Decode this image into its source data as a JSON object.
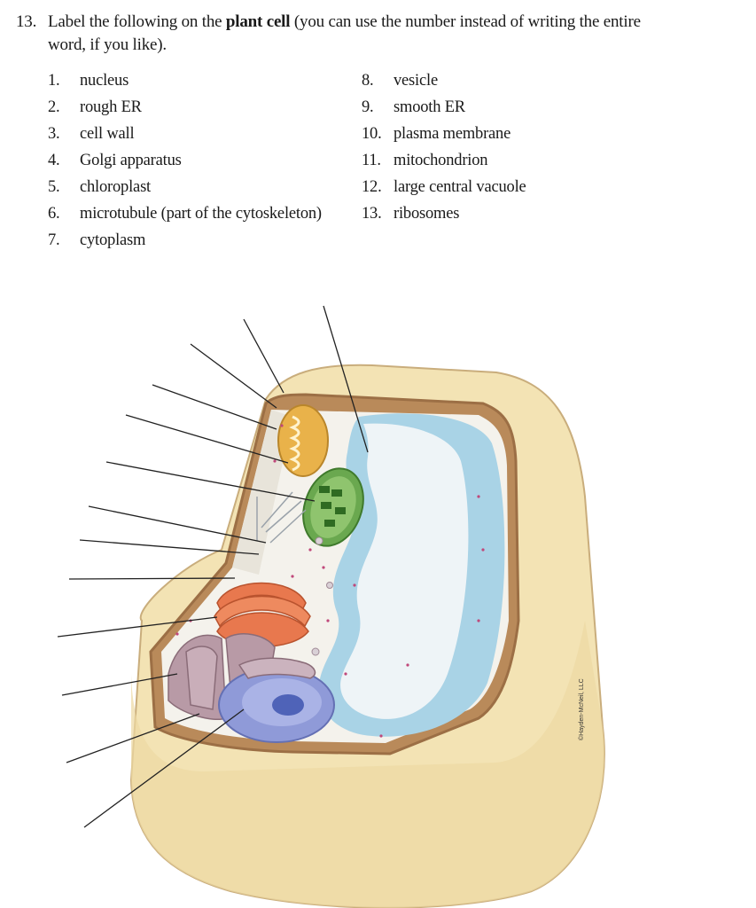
{
  "question": {
    "number": "13.",
    "text_before": "Label the following on the ",
    "text_bold": "plant cell",
    "text_after": " (you can use the number instead of writing the entire",
    "line2": "word, if you like)."
  },
  "terms": [
    {
      "n": "1.",
      "label": "nucleus"
    },
    {
      "n": "2.",
      "label": "rough ER"
    },
    {
      "n": "3.",
      "label": "cell wall"
    },
    {
      "n": "4.",
      "label": "Golgi apparatus"
    },
    {
      "n": "5.",
      "label": "chloroplast"
    },
    {
      "n": "6.",
      "label": "microtubule (part of the cytoskeleton)"
    },
    {
      "n": "7.",
      "label": "cytoplasm"
    },
    {
      "n": "8.",
      "label": "vesicle"
    },
    {
      "n": "9.",
      "label": "smooth ER"
    },
    {
      "n": "10.",
      "label": "plasma membrane"
    },
    {
      "n": "11.",
      "label": "mitochondrion"
    },
    {
      "n": "12.",
      "label": "large central vacuole"
    },
    {
      "n": "13.",
      "label": "ribosomes"
    }
  ],
  "credit": "©Hayden-McNeil, LLC",
  "colors": {
    "cell_wall": "#f3e3b4",
    "wall_dark": "#b98a5a",
    "vacuole": "#a9d3e6",
    "mitochondrion": "#e9b24a",
    "chloroplast": "#6aa84f",
    "golgi": "#e8784e",
    "nucleus": "#8f9ad8",
    "er": "#b89aa6"
  }
}
